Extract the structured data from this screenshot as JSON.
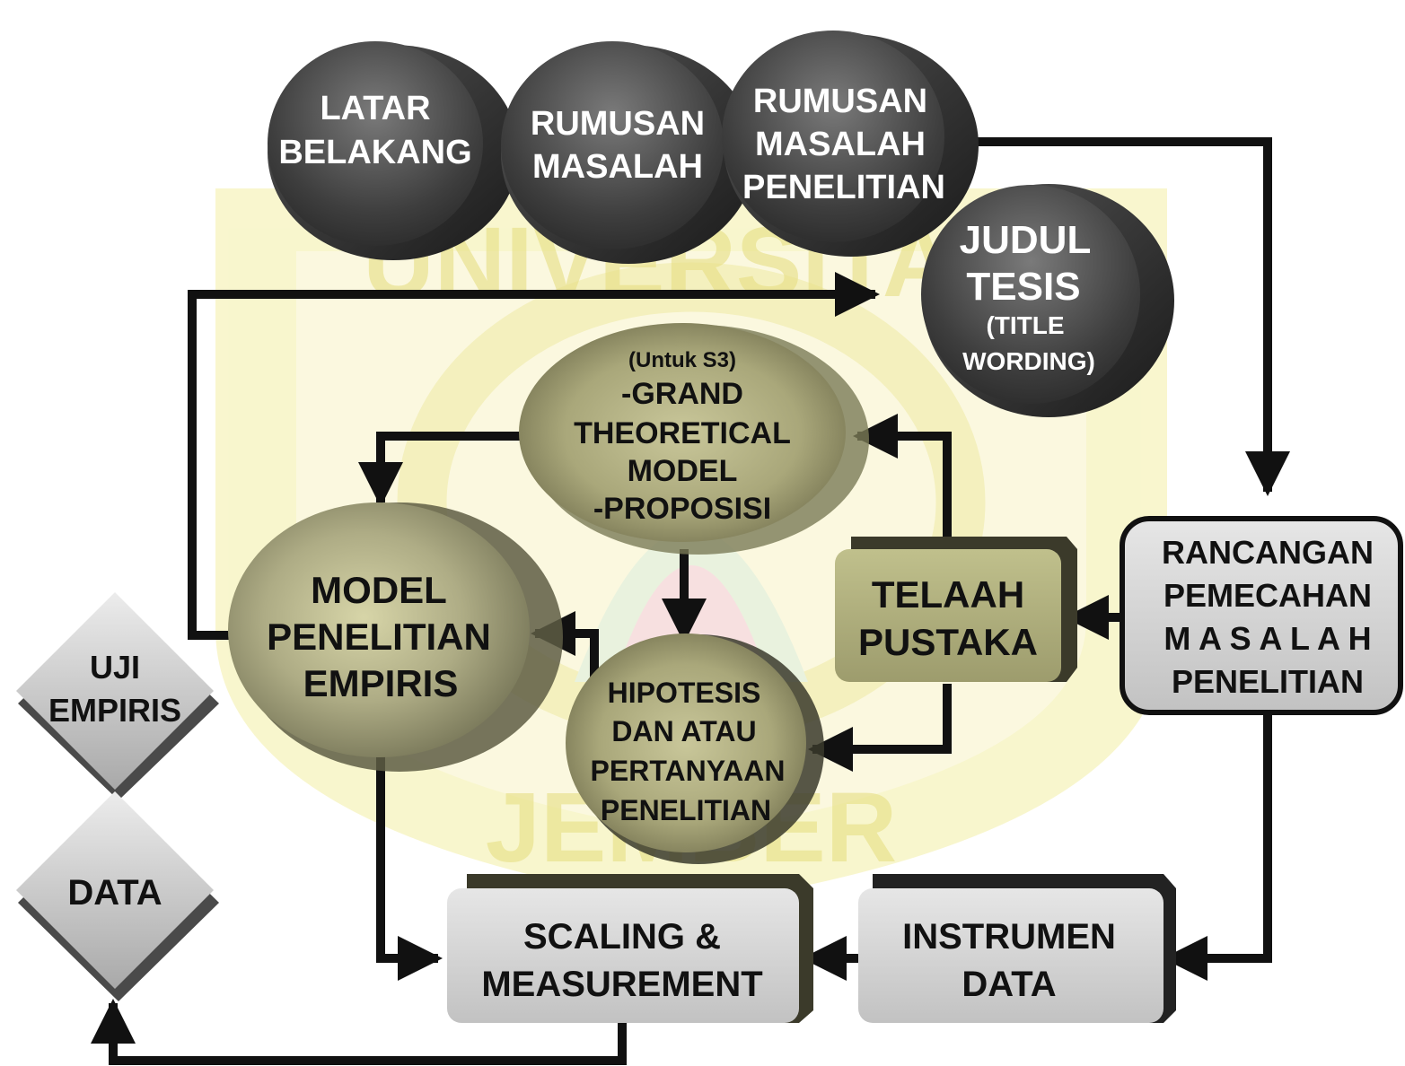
{
  "colors": {
    "watermark": "#f2ec9a",
    "watermark_text": "#e9e38c",
    "dark_node_fill": "#444444",
    "olive_node_fill": "#a8a67a",
    "gray_box_fill": "#d2d2d2",
    "arrow": "#111111",
    "light_text": "#ffffff",
    "dark_text": "#111111"
  },
  "watermark": {
    "text_top": "UNIVERSITAS",
    "text_bottom": "JEMBER"
  },
  "nodes": {
    "latar_belakang": {
      "line1": "LATAR",
      "line2": "BELAKANG"
    },
    "rumusan_masalah": {
      "line1": "RUMUSAN",
      "line2": "MASALAH"
    },
    "rumusan_masalah_penelitian": {
      "line1": "RUMUSAN",
      "line2": "MASALAH",
      "line3": "PENELITIAN"
    },
    "judul_tesis": {
      "line1": "JUDUL",
      "line2": "TESIS",
      "line3": "(TITLE",
      "line4": "WORDING)"
    },
    "grand_theoretical": {
      "line1": "(Untuk S3)",
      "line2": "-GRAND",
      "line3": "THEORETICAL",
      "line4": "MODEL",
      "line5": "-PROPOSISI"
    },
    "model_penelitian": {
      "line1": "MODEL",
      "line2": "PENELITIAN",
      "line3": "EMPIRIS"
    },
    "telaah_pustaka": {
      "line1": "TELAAH",
      "line2": "PUSTAKA"
    },
    "rancangan": {
      "line1": "RANCANGAN",
      "line2": "PEMECAHAN",
      "line3": "M A S A L A H",
      "line4": "PENELITIAN"
    },
    "hipotesis": {
      "line1": "HIPOTESIS",
      "line2": "DAN ATAU",
      "line3": "PERTANYAAN",
      "line4": "PENELITIAN"
    },
    "uji_empiris": {
      "line1": "UJI",
      "line2": "EMPIRIS"
    },
    "data": {
      "line1": "DATA"
    },
    "scaling": {
      "line1": "SCALING &",
      "line2": "MEASUREMENT"
    },
    "instrumen": {
      "line1": "INSTRUMEN",
      "line2": "DATA"
    }
  }
}
